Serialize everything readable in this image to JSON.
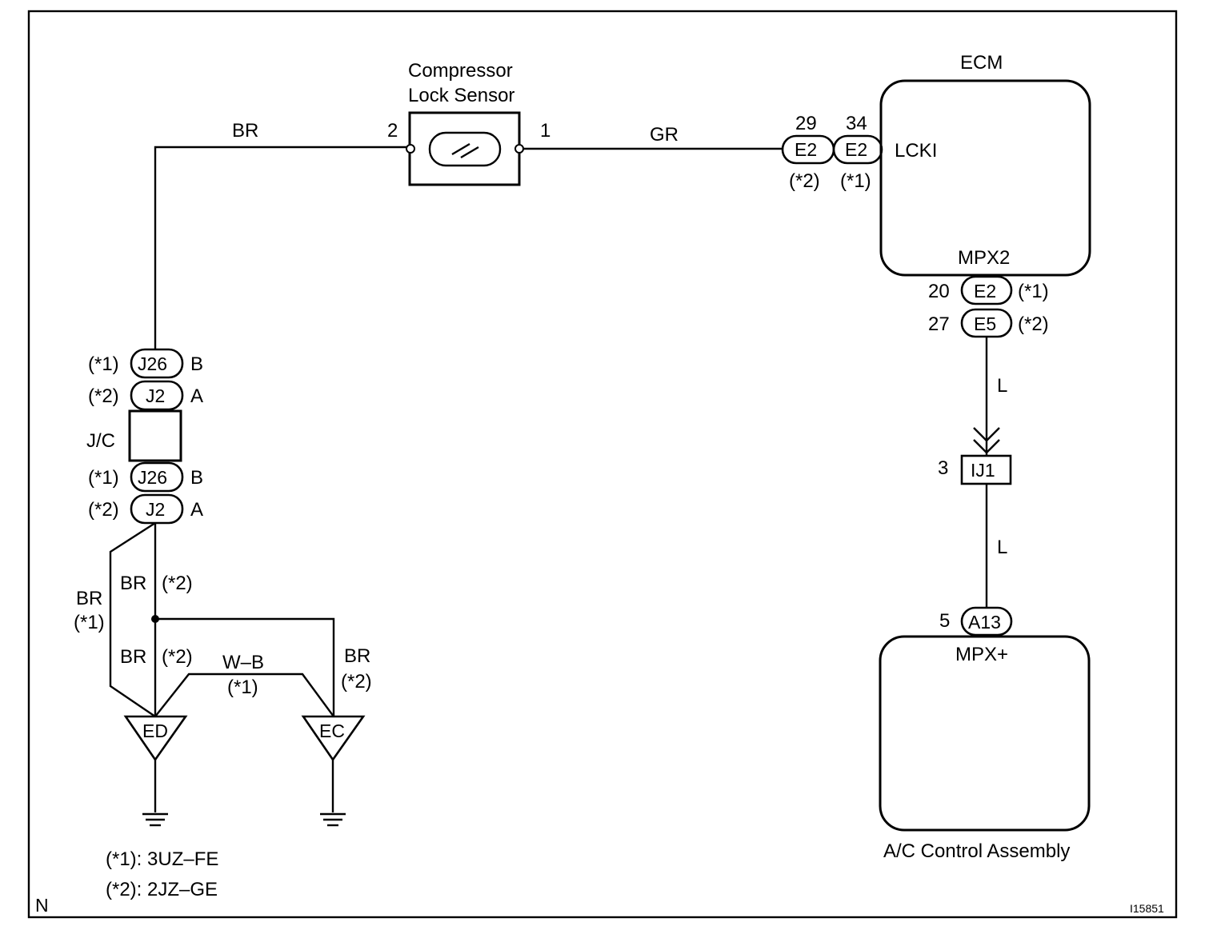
{
  "diagram": {
    "frame_note": "N",
    "figure_id": "I15851",
    "sensor": {
      "title_line1": "Compressor",
      "title_line2": "Lock Sensor",
      "pin_left": "2",
      "pin_right": "1"
    },
    "wires": {
      "br_top": "BR",
      "gr": "GR",
      "l_upper": "L",
      "l_lower": "L",
      "br_left": "BR",
      "br_left_note": "(*1)",
      "br_mid": "BR",
      "br_mid_note": "(*2)",
      "br_mid2": "BR",
      "br_mid2_note": "(*2)",
      "wb": "W–B",
      "wb_note": "(*1)",
      "br_right": "BR",
      "br_right_note": "(*2)"
    },
    "ecm": {
      "title": "ECM",
      "terminal_lcki": "LCKI",
      "terminal_mpx2": "MPX2",
      "conn_e2_a": {
        "code": "E2",
        "pin": "29",
        "note": "(*2)"
      },
      "conn_e2_b": {
        "code": "E2",
        "pin": "34",
        "note": "(*1)"
      },
      "conn_e2_c": {
        "code": "E2",
        "pin": "20",
        "note": "(*1)"
      },
      "conn_e5": {
        "code": "E5",
        "pin": "27",
        "note": "(*2)"
      }
    },
    "junction": {
      "label": "J/C",
      "top1": {
        "code": "J26",
        "note": "(*1)",
        "pin": "B"
      },
      "top2": {
        "code": "J2",
        "note": "(*2)",
        "pin": "A"
      },
      "bot1": {
        "code": "J26",
        "note": "(*1)",
        "pin": "B"
      },
      "bot2": {
        "code": "J2",
        "note": "(*2)",
        "pin": "A"
      }
    },
    "ij1": {
      "code": "IJ1",
      "pin": "3"
    },
    "ac": {
      "title": "A/C Control Assembly",
      "terminal": "MPX+",
      "conn": {
        "code": "A13",
        "pin": "5"
      }
    },
    "grounds": {
      "left": "ED",
      "right": "EC"
    },
    "legend": {
      "line1": "(*1): 3UZ–FE",
      "line2": "(*2): 2JZ–GE"
    }
  }
}
